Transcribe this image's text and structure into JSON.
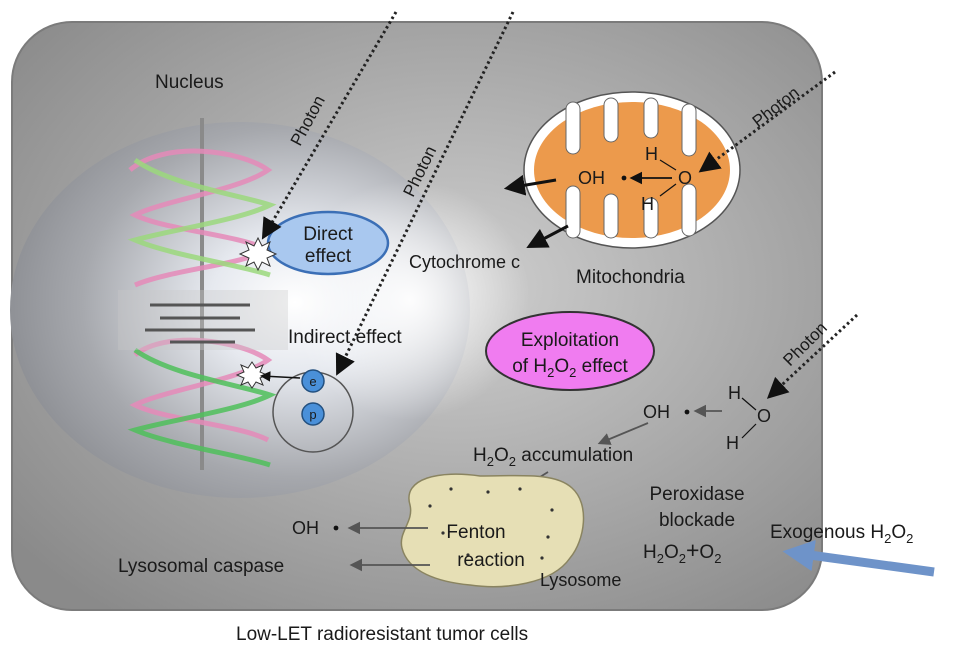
{
  "caption": "Low-LET radioresistant tumor cells",
  "nucleus": {
    "title": "Nucleus"
  },
  "photons": {
    "label": "Photon"
  },
  "direct_effect": {
    "line1": "Direct",
    "line2": "effect"
  },
  "indirect_effect": {
    "label": "Indirect effect",
    "electron": "e",
    "proton": "p"
  },
  "mitochondria": {
    "label": "Mitochondria",
    "oh": "OH",
    "h": "H",
    "o": "O",
    "cytochrome": "Cytochrome c"
  },
  "exploitation": {
    "line1": "Exploitation",
    "line2_prefix": "of H",
    "line2_sub": "2",
    "line2_mid": "O",
    "line2_sub2": "2",
    "line2_suffix": " effect"
  },
  "water_radiolysis": {
    "oh": "OH",
    "h": "H",
    "o": "O"
  },
  "h2o2_accumulation": {
    "prefix": "H",
    "sub1": "2",
    "mid": "O",
    "sub2": "2",
    "suffix": " accumulation"
  },
  "lysosome": {
    "label": "Lysosome",
    "fenton_line1": "Fenton",
    "fenton_line2": "reaction",
    "oh": "OH",
    "caspase": "Lysosomal caspase"
  },
  "peroxidase": {
    "line1": "Peroxidase",
    "line2": "blockade",
    "formula_h": "H",
    "formula_2a": "2",
    "formula_o": "O",
    "formula_2b": "2",
    "plus": "+",
    "formula_o2": "O",
    "formula_2c": "2"
  },
  "exogenous": {
    "prefix": "Exogenous H",
    "sub1": "2",
    "mid": "O",
    "sub2": "2"
  },
  "colors": {
    "nucleus_title": "#2d5fd6",
    "indirect_effect": "#4a3fd8",
    "mitochondria_label": "#e8913a",
    "mitochondria_fill": "#ec9a4c",
    "peroxidase": "#e5492b",
    "lysosome_label": "#2a2a8f",
    "direct_effect_fill": "#a9c8ef",
    "exploitation_fill": "#f07cf0",
    "lysosome_fill": "#e6dfb5",
    "exogenous_arrow": "#6e93c9"
  }
}
